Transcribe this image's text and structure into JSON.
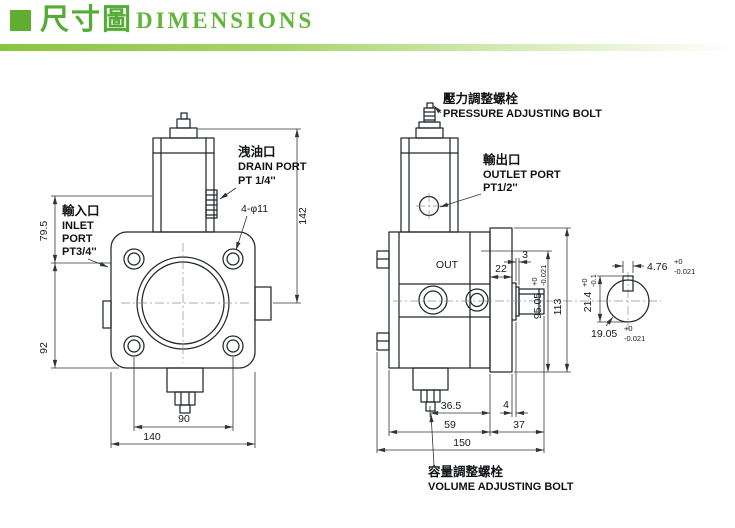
{
  "header": {
    "title_cjk": "尺寸圖",
    "title_en": "DIMENSIONS"
  },
  "front_view": {
    "drain": {
      "cjk": "洩油口",
      "en": "DRAIN PORT",
      "size": "PT 1/4''"
    },
    "inlet": {
      "cjk": "輸入口",
      "en1": "INLET",
      "en2": "PORT",
      "size": "PT3/4''"
    },
    "bolt_note": "4-φ11",
    "dims": {
      "overall_height": "142",
      "upper_left": "79.5",
      "lower_left": "92",
      "bolt_span": "90",
      "overall_width": "140"
    }
  },
  "side_view": {
    "pressure_bolt": {
      "cjk": "壓力調整螺栓",
      "en": "PRESSURE ADJUSTING BOLT"
    },
    "outlet": {
      "cjk": "輸出口",
      "en": "OUTLET PORT",
      "size": "PT1/2''"
    },
    "volume_bolt": {
      "cjk": "容量調整螺栓",
      "en": "VOLUME ADJUSTING BOLT"
    },
    "out_marking": "OUT",
    "dims": {
      "flange_width": "22",
      "step": "3",
      "hub": "4",
      "center_height": {
        "value": "95.05",
        "tol_plus": "+0",
        "tol_minus": "-0.021"
      },
      "overall_height": "113",
      "bolt_offset": "36.5",
      "body_length": "59",
      "shaft_length": "37",
      "overall_length": "150"
    }
  },
  "shaft_detail": {
    "key_width": {
      "value": "4.76",
      "tol_plus": "+0",
      "tol_minus": "-0.021"
    },
    "key_height": {
      "value": "21.4",
      "tol_plus": "+0",
      "tol_minus": "-0.1"
    },
    "shaft_dia": {
      "value": "19.05",
      "tol_plus": "+0",
      "tol_minus": "-0.021"
    }
  }
}
